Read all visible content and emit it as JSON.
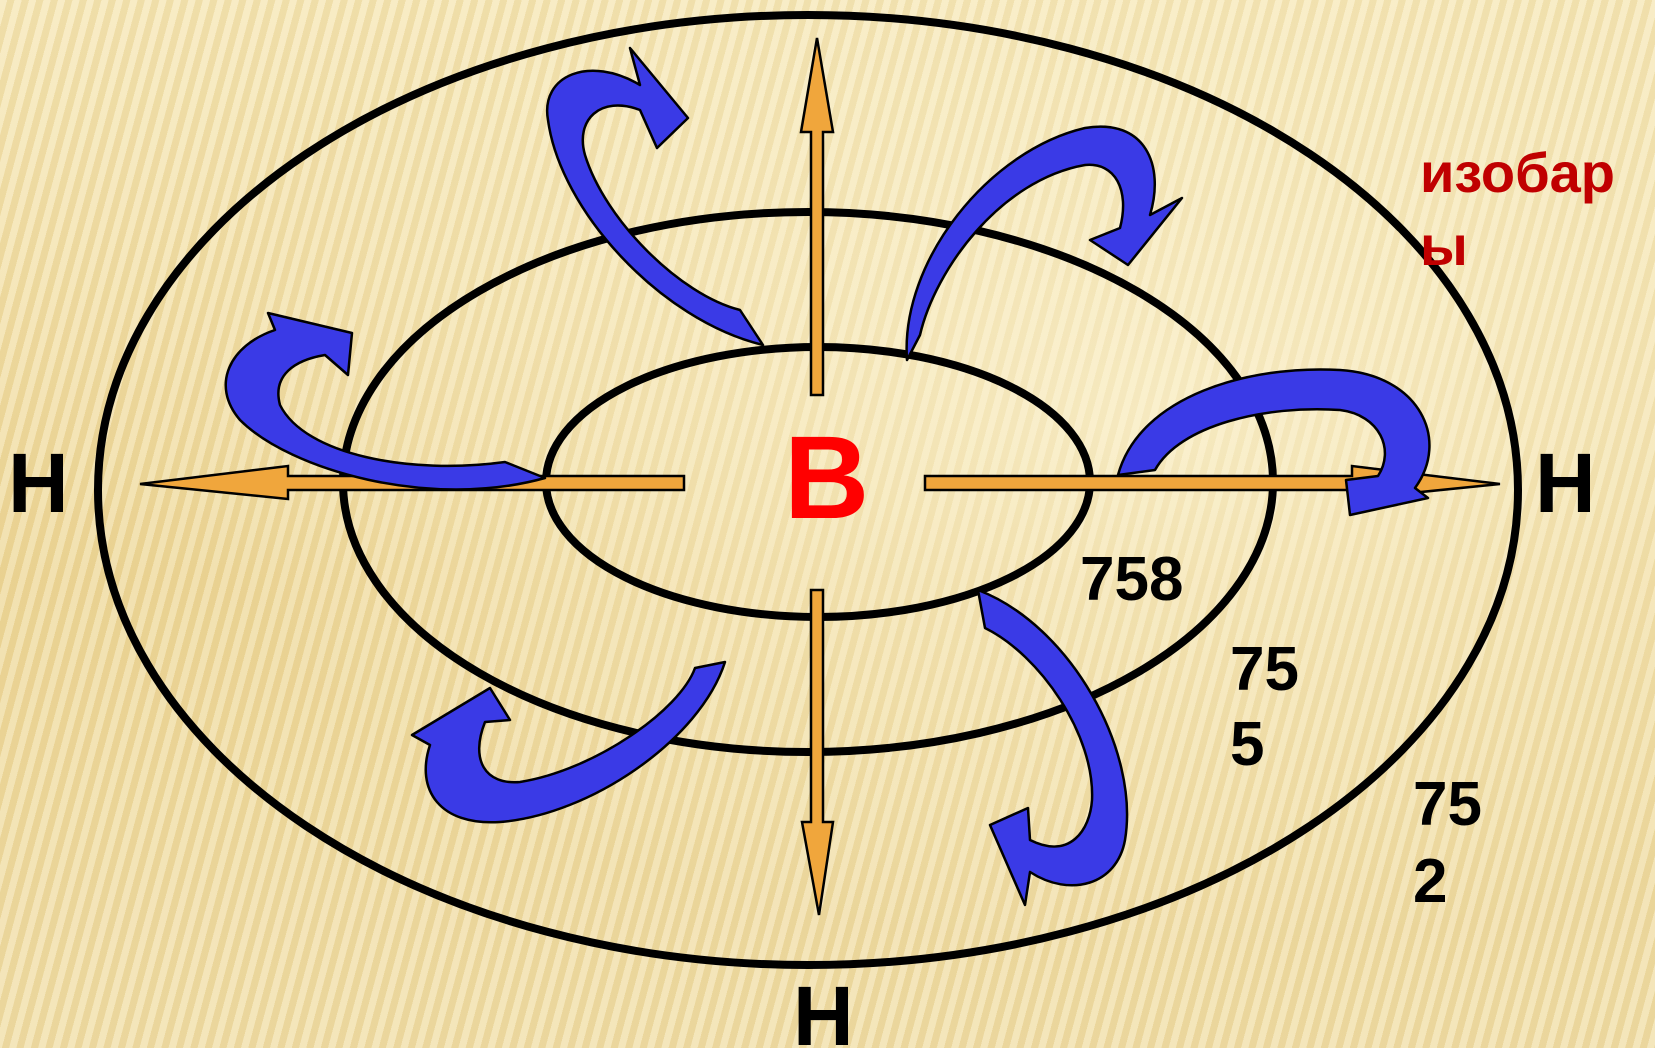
{
  "center_label": "В",
  "outer_labels": {
    "west": "Н",
    "east": "Н",
    "south": "Н"
  },
  "isobar_values": {
    "inner": "758",
    "middle": [
      "75",
      "5"
    ],
    "outer": [
      "75",
      "2"
    ]
  },
  "legend": [
    "изобар",
    "ы"
  ],
  "colors": {
    "airflow_arrow": "#3a3ae6",
    "pressure_arrow": "#f0a63c",
    "center_label": "#ff0000",
    "legend_label": "#c00000"
  },
  "icons": {
    "pressure_arrows": "straight-arrow",
    "wind_arrows": "curved-arrow"
  }
}
